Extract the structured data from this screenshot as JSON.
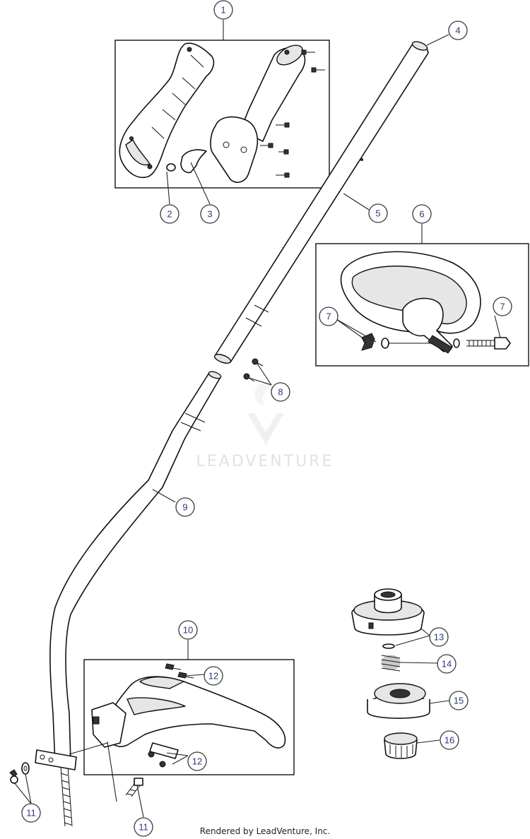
{
  "watermark": {
    "brand": "LEADVENTURE"
  },
  "footer": {
    "credit": "Rendered by LeadVenture, Inc."
  },
  "callouts": [
    {
      "id": "c1",
      "label": "1"
    },
    {
      "id": "c2",
      "label": "2"
    },
    {
      "id": "c3",
      "label": "3"
    },
    {
      "id": "c4",
      "label": "4"
    },
    {
      "id": "c5",
      "label": "5"
    },
    {
      "id": "c6",
      "label": "6"
    },
    {
      "id": "c7a",
      "label": "7"
    },
    {
      "id": "c7b",
      "label": "7"
    },
    {
      "id": "c8",
      "label": "8"
    },
    {
      "id": "c9",
      "label": "9"
    },
    {
      "id": "c10",
      "label": "10"
    },
    {
      "id": "c11a",
      "label": "11"
    },
    {
      "id": "c11b",
      "label": "11"
    },
    {
      "id": "c12a",
      "label": "12"
    },
    {
      "id": "c12b",
      "label": "12"
    },
    {
      "id": "c13",
      "label": "13"
    },
    {
      "id": "c14",
      "label": "14"
    },
    {
      "id": "c15",
      "label": "15"
    },
    {
      "id": "c16",
      "label": "16"
    }
  ]
}
